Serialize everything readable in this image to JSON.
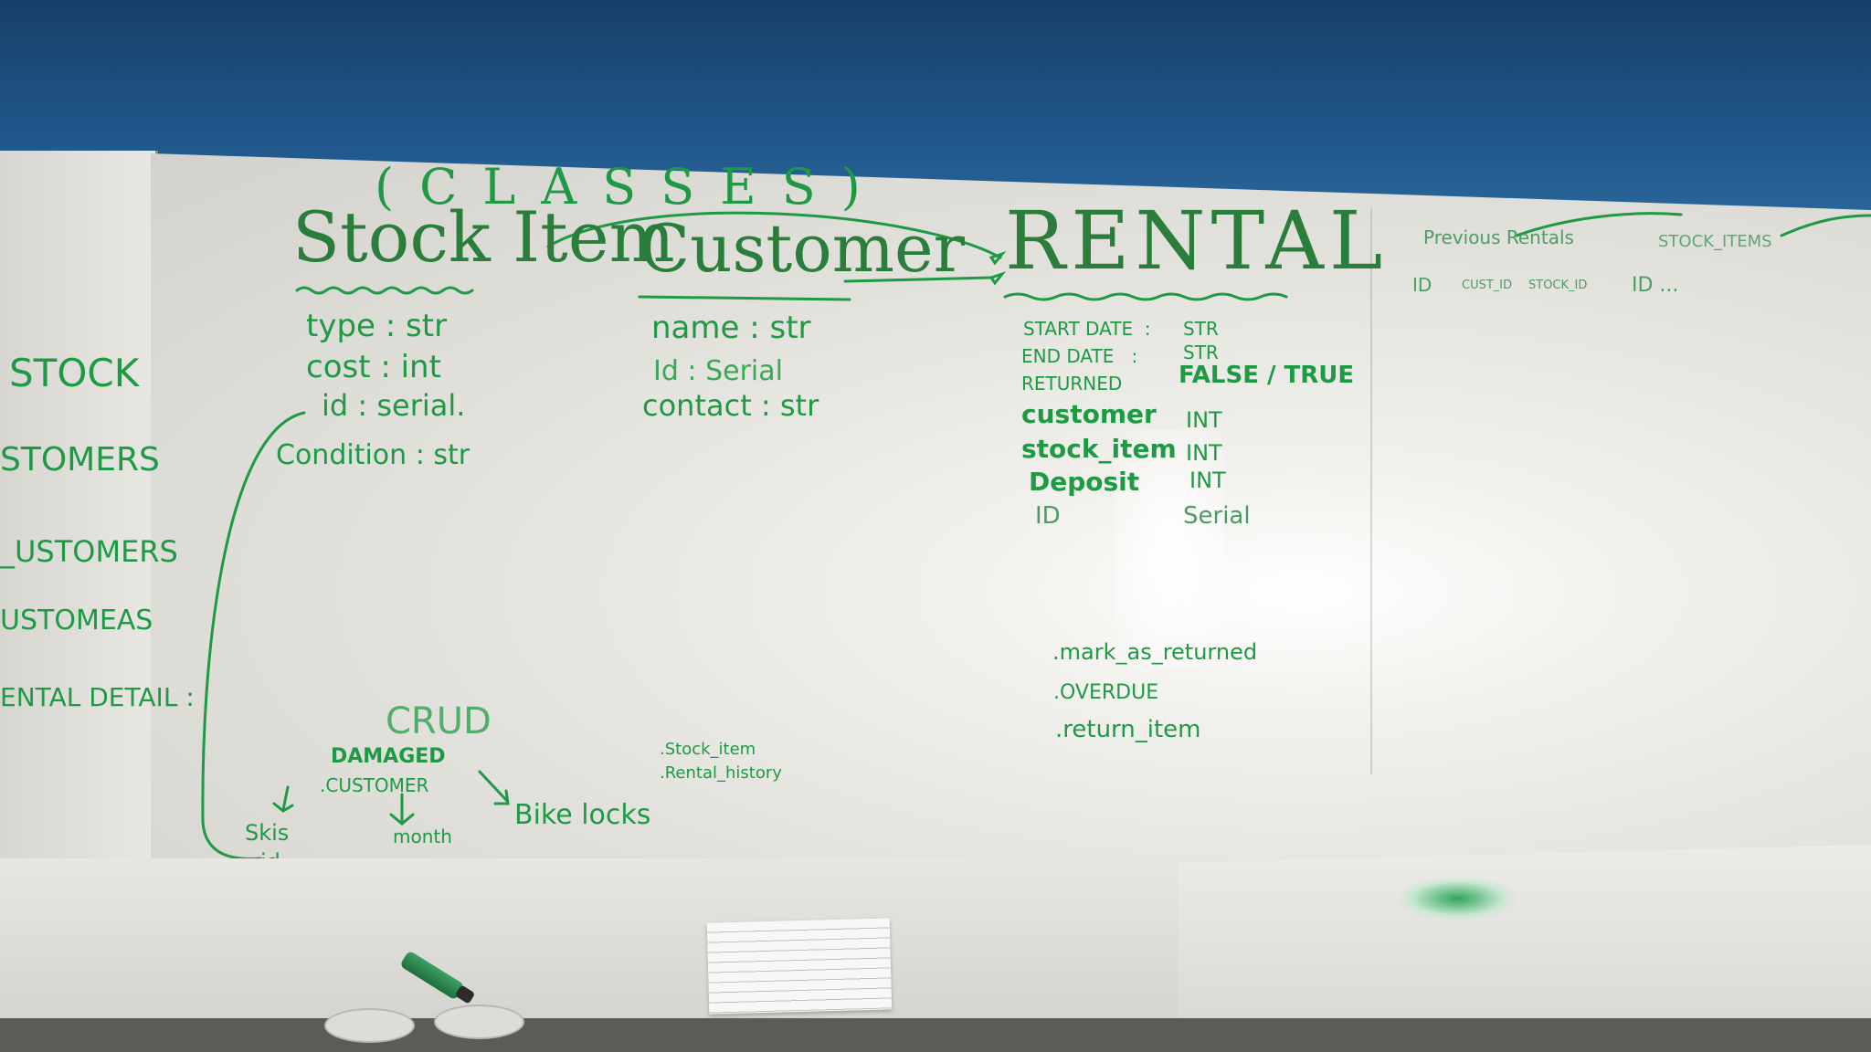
{
  "scene": {
    "colors": {
      "ink": "#1e9a45",
      "ink_dark": "#2a7d3a",
      "wall": "#1f4f7d",
      "board": "#f1f0ec",
      "desk": "#e3e1dd"
    }
  },
  "board_header": "(CLASSES)",
  "left_edge": [
    "STOCK",
    "STOMERS",
    "_USTOMERS",
    "USTOMEAS",
    "ENTAL DETAIL :"
  ],
  "stock_item": {
    "title": "Stock Item",
    "fields": [
      "type : str",
      "cost : int",
      "id : serial.",
      "Condition : str"
    ]
  },
  "customer": {
    "title": "Customer",
    "fields": [
      "name : str",
      "Id : Serial",
      "contact : str"
    ]
  },
  "rental": {
    "title": "RENTAL",
    "fields": [
      {
        "name": "START DATE  :",
        "type": "STR"
      },
      {
        "name": "END DATE   :",
        "type": "STR"
      },
      {
        "name": "RETURNED",
        "type": "FALSE / TRUE"
      },
      {
        "name": "customer",
        "type": "INT"
      },
      {
        "name": "stock_item",
        "type": "INT"
      },
      {
        "name": "Deposit",
        "type": "INT"
      },
      {
        "name": "ID",
        "type": "Serial"
      }
    ],
    "methods": [
      ".mark_as_returned",
      ".OVERDUE",
      ".return_item"
    ]
  },
  "customer_notes": [
    ".Stock_item",
    ".Rental_history"
  ],
  "crud": {
    "title": "CRUD",
    "lines": [
      "DAMAGED",
      ".CUSTOMER"
    ],
    "branches": [
      "Skis",
      "id",
      "month",
      "Bike locks"
    ]
  },
  "right_panel": {
    "headers": [
      "Previous Rentals",
      "STOCK_ITEMS"
    ],
    "row": [
      "ID",
      "CUST_ID",
      "STOCK_ID",
      "ID ..."
    ]
  }
}
